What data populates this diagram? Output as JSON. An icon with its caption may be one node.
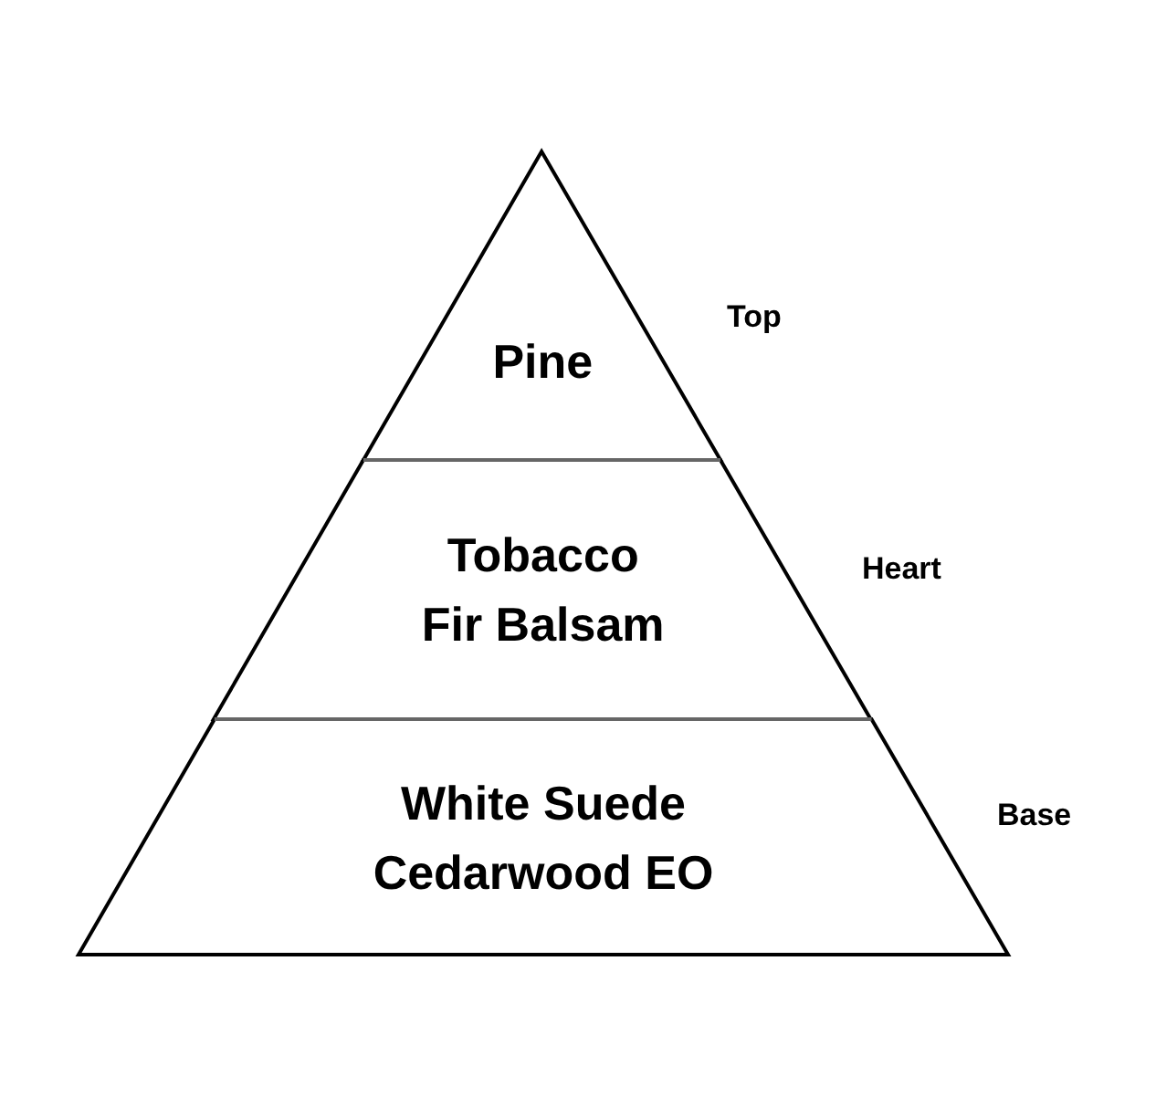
{
  "diagram": {
    "nodes": [
      {
        "text": [
          "Pine"
        ],
        "beside": [
          "Top"
        ]
      },
      {
        "text": [
          "Tobacco",
          "Fir Balsam"
        ],
        "beside": [
          "Heart"
        ]
      },
      {
        "text": [
          "White Suede",
          "Cedarwood EO"
        ],
        "beside": [
          "Base"
        ]
      }
    ]
  }
}
